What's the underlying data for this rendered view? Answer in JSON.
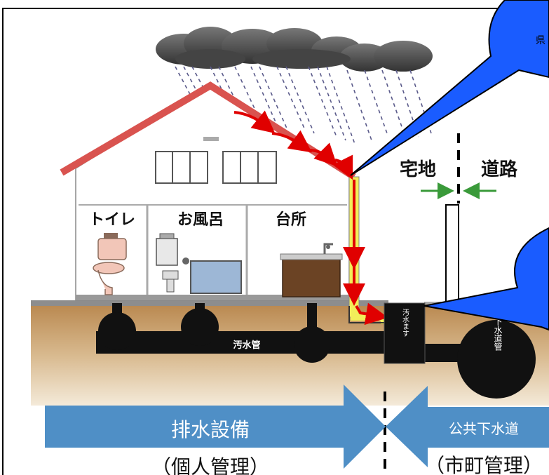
{
  "rooms": {
    "toilet": "トイレ",
    "bath": "お風呂",
    "kitchen": "台所"
  },
  "zones": {
    "private_land": "宅地",
    "road": "道路"
  },
  "pipes": {
    "sewage_pipe": "汚水管",
    "sewage_basin": "汚水ます",
    "sewer_main": "下水道管"
  },
  "responsibility": {
    "private": {
      "label": "排水設備",
      "note": "（個人管理）"
    },
    "public": {
      "label": "公共下水道",
      "note": "（市町管理）"
    }
  },
  "callouts": {
    "top_fragment": "県"
  },
  "colors": {
    "arrow_blue": "#4f8fc6",
    "callout_blue": "#1a5cff",
    "ground": "#c9a06d",
    "roof_red": "#d9534f",
    "flow_red": "#e00000",
    "downpipe_yellow": "#f2ee5a",
    "pipe_black": "#111111",
    "cloud": "#555555"
  }
}
